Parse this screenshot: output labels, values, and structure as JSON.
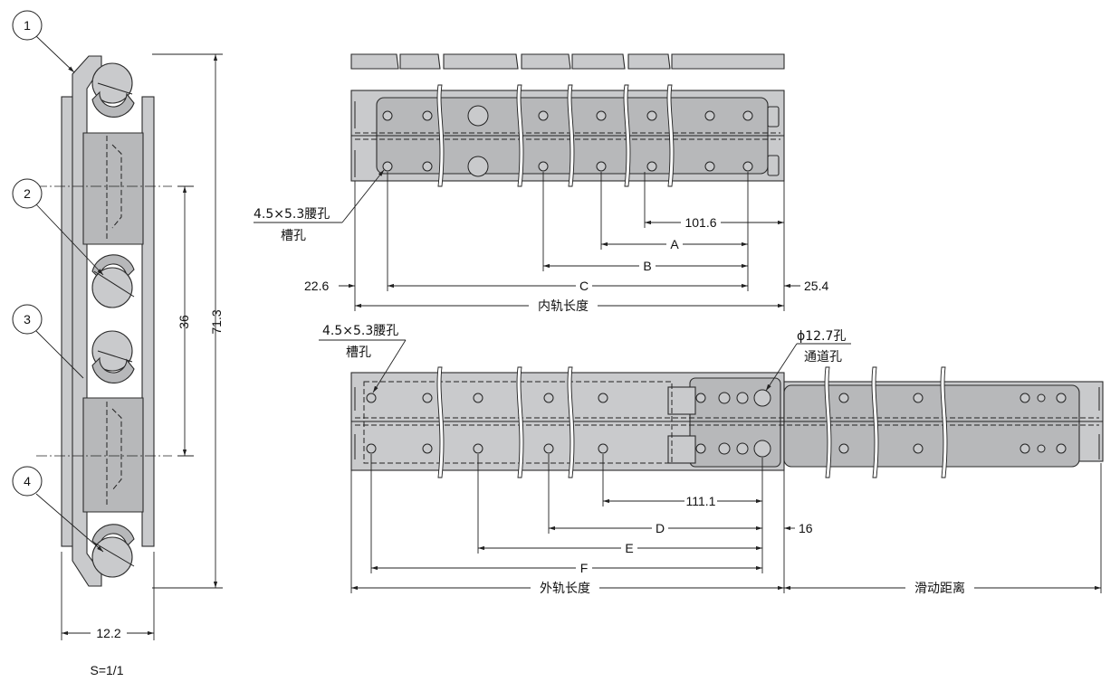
{
  "callouts": [
    "1",
    "2",
    "3",
    "4"
  ],
  "side_view": {
    "dim_height": "71.3",
    "dim_pitch": "36",
    "dim_width": "12.2",
    "scale": "S=1/1"
  },
  "inner_rail": {
    "slot_label_line1": "4.5×5.3腰孔",
    "slot_label_line2": "槽孔",
    "dim_101": "101.6",
    "dim_a": "A",
    "dim_b": "B",
    "dim_c": "C",
    "dim_left": "22.6",
    "dim_right": "25.4",
    "length_label": "内轨长度"
  },
  "outer_rail": {
    "slot_label_line1": "4.5×5.3腰孔",
    "slot_label_line2": "槽孔",
    "hole_label_line1": "ϕ12.7孔",
    "hole_label_line2": "通道孔",
    "dim_111": "111.1",
    "dim_d": "D",
    "dim_e": "E",
    "dim_f": "F",
    "dim_16": "16",
    "length_label": "外轨长度",
    "travel_label": "滑动距离"
  }
}
